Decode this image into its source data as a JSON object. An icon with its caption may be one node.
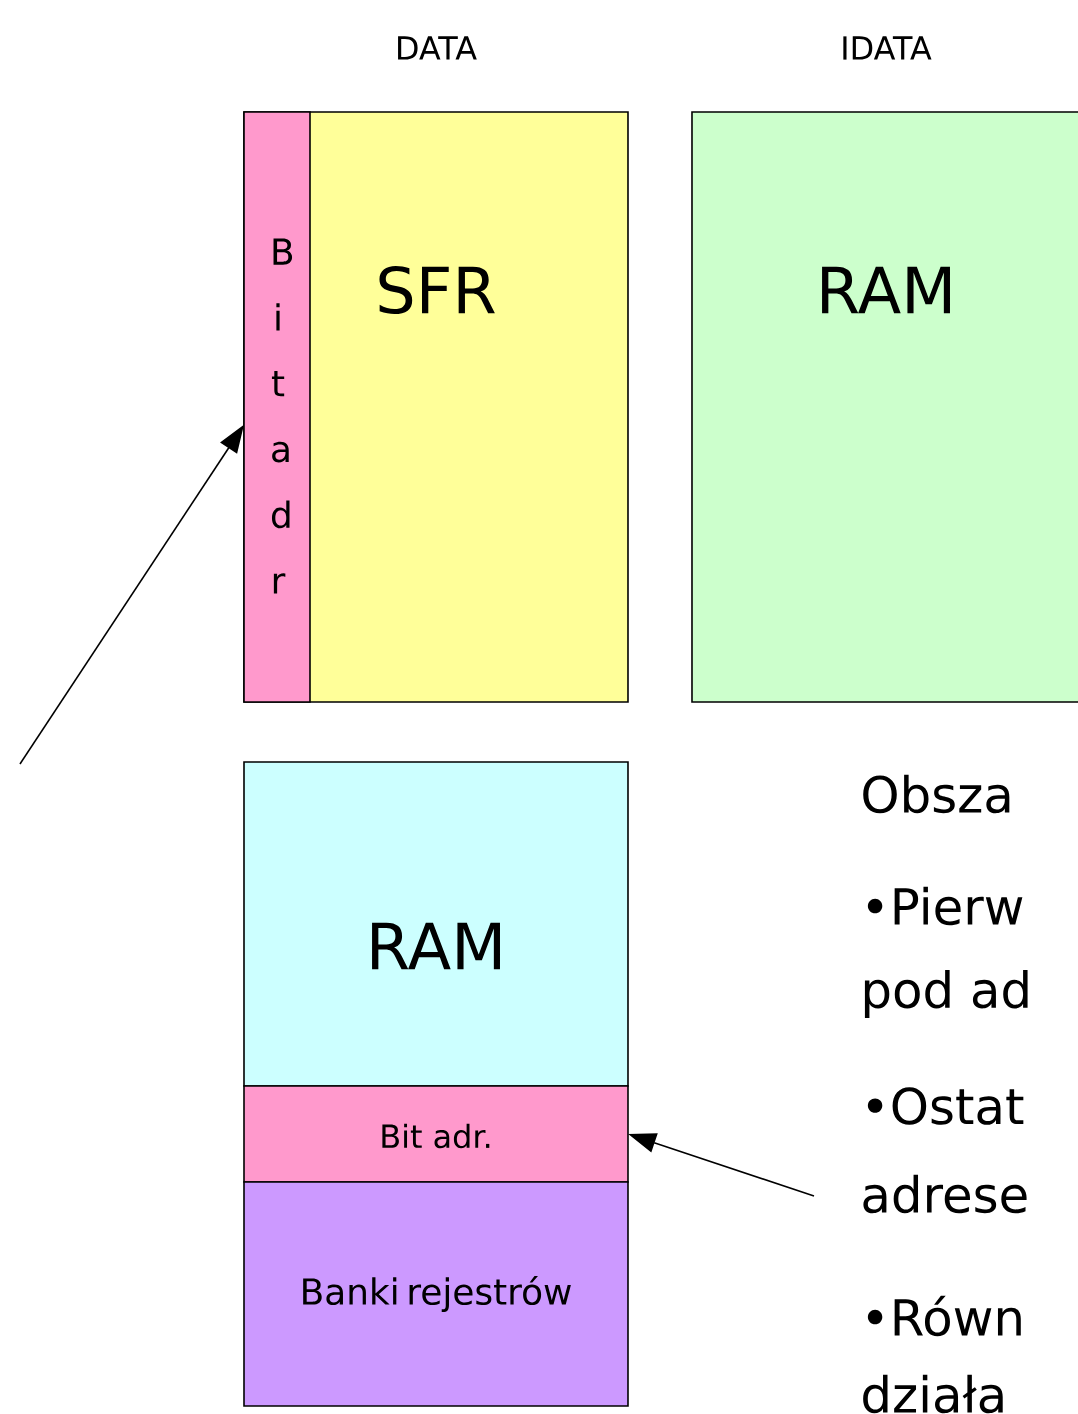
{
  "diagram": {
    "nodes": [
      {
        "text": [
          "DATA",
          "SFR"
        ]
      },
      {
        "text": [
          "B i t a d r"
        ],
        "in": 0
      },
      {
        "text": [
          "IDATA",
          "RAM"
        ]
      },
      {
        "text": [
          "RAM"
        ]
      },
      {
        "text": [
          "Bit adr."
        ]
      },
      {
        "text": [
          "Banki rejestrów"
        ]
      }
    ],
    "edges": [
      {
        "from": null,
        "to": 1,
        "arrow": "to"
      },
      {
        "from": null,
        "to": 4,
        "arrow": "to"
      }
    ],
    "labels": [
      "Obsza",
      "•Pierw",
      "pod ad",
      "•Ostat",
      "adrese",
      "•Równ",
      "działa"
    ]
  }
}
